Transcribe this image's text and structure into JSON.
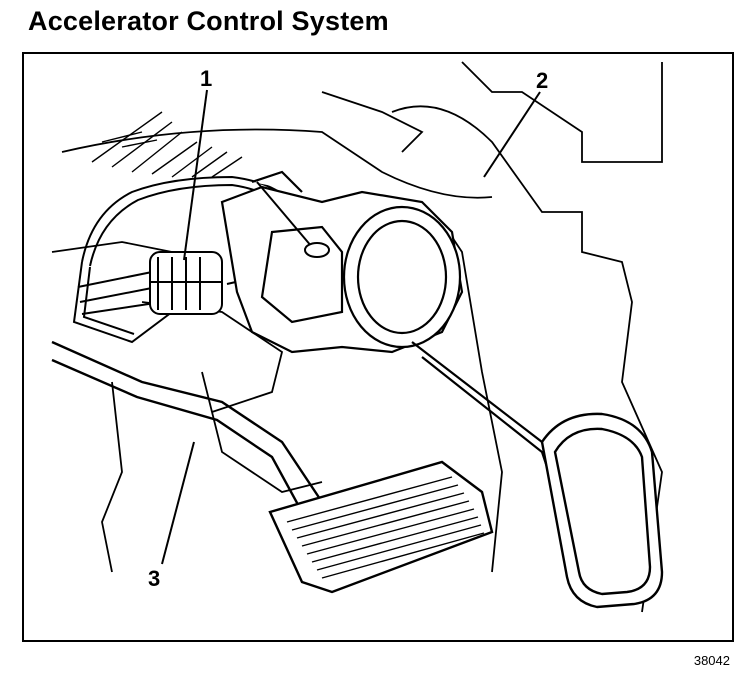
{
  "title": "Accelerator Control System",
  "figure_id": "38042",
  "callouts": [
    {
      "label": "1"
    },
    {
      "label": "2"
    },
    {
      "label": "3"
    }
  ]
}
